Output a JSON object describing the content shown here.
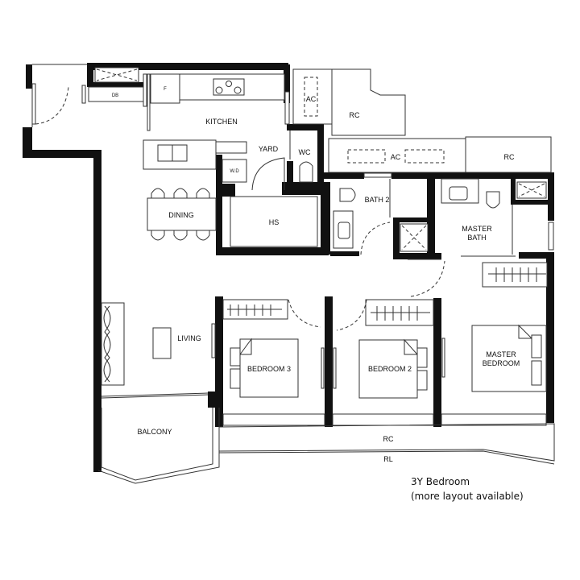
{
  "plan": {
    "rooms": {
      "kitchen": "KITCHEN",
      "yard": "YARD",
      "wc": "WC",
      "hs": "HS",
      "dining": "DINING",
      "living": "LIVING",
      "balcony": "BALCONY",
      "bath2": "BATH 2",
      "master_bath_1": "MASTER",
      "master_bath_2": "BATH",
      "bedroom3": "BEDROOM 3",
      "bedroom2": "BEDROOM 2",
      "master_bedroom_1": "MASTER",
      "master_bedroom_2": "BEDROOM",
      "ac_top": "AC",
      "ac_mid": "AC",
      "rc_top": "RC",
      "rc_right": "RC",
      "rc_bottom": "RC",
      "rl_bottom": "RL"
    },
    "fixtures": {
      "db": "DB",
      "fridge": "F",
      "washer_dryer": "W.D"
    }
  },
  "caption": {
    "line1": "3Y Bedroom",
    "line2": "(more layout available)"
  }
}
